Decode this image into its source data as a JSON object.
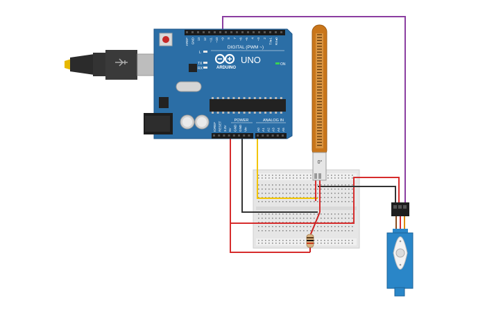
{
  "arduino": {
    "brand": "ARDUINO",
    "model": "UNO",
    "digital_header": "DIGITAL (PWM ~)",
    "power_header": "POWER",
    "analog_header": "ANALOG IN",
    "led_l": "L",
    "led_tx": "TX",
    "led_rx": "RX",
    "on_label": "ON",
    "digital_pins": [
      "AREF",
      "GND",
      "13",
      "12",
      "~11",
      "~10",
      "~9",
      "8",
      "7",
      "~6",
      "~5",
      "4",
      "~3",
      "2",
      "TX▸1",
      "RX◂0"
    ],
    "power_pins": [
      "IOREF",
      "RESET",
      "3.3V",
      "5V",
      "GND",
      "GND",
      "Vin"
    ],
    "analog_pins": [
      "A0",
      "A1",
      "A2",
      "A3",
      "A4",
      "A5"
    ]
  },
  "flex_sensor": {
    "angle_label": "0°"
  },
  "colors": {
    "board": "#2b6ea6",
    "board_dark": "#1f5584",
    "wire_red": "#d62b2b",
    "wire_black": "#333333",
    "wire_yellow": "#f2c500",
    "wire_purple": "#8a3da0",
    "servo": "#2a86c8",
    "flex": "#c9761b",
    "breadboard": "#e9e9e9"
  },
  "icons": [
    "usb-plug-icon",
    "arduino-logo-icon",
    "resistor-icon",
    "servo-horn-icon",
    "flex-sensor-icon"
  ]
}
